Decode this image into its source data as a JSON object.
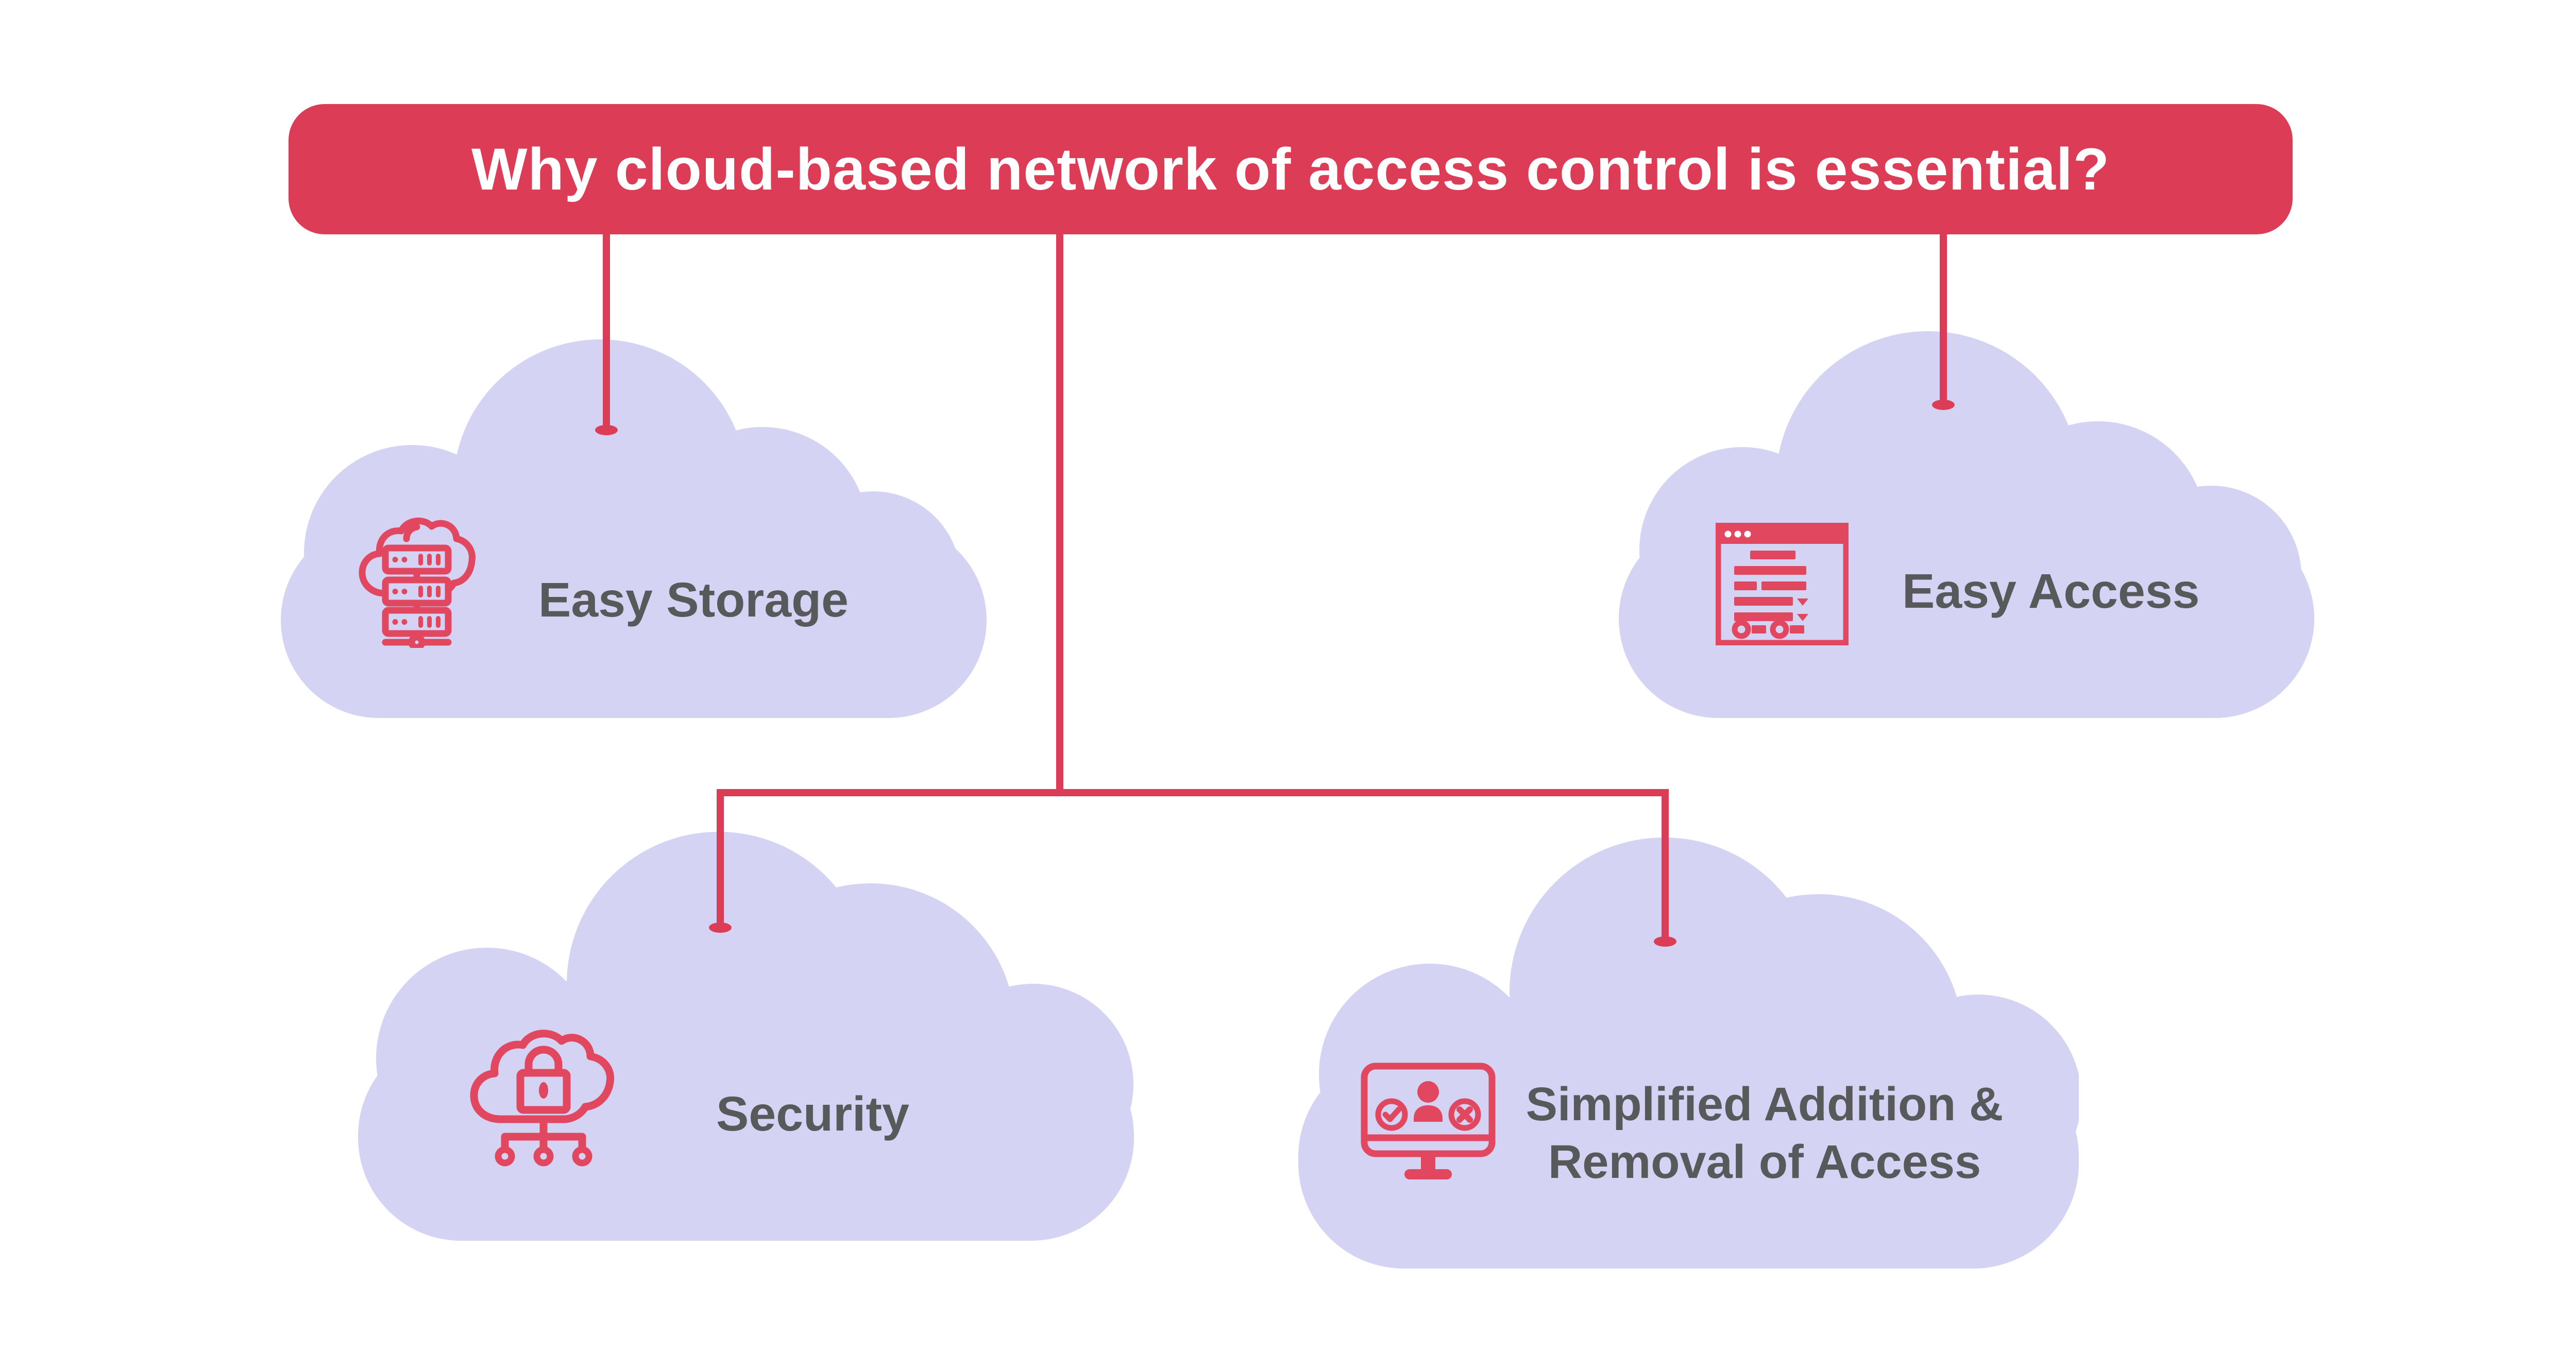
{
  "banner": {
    "title": "Why cloud-based network of access control is essential?"
  },
  "clouds": [
    {
      "id": "easy-storage",
      "label": "Easy Storage",
      "icon": "cloud-servers-icon"
    },
    {
      "id": "easy-access",
      "label": "Easy Access",
      "icon": "browser-list-icon"
    },
    {
      "id": "security",
      "label": "Security",
      "icon": "cloud-lock-icon"
    },
    {
      "id": "simplified-access",
      "label_lines": [
        "Simplified Addition &",
        "Removal of Access"
      ],
      "icon": "monitor-user-check-icon"
    }
  ],
  "colors": {
    "banner_red": "#DC3C55",
    "connector_red": "#DC3C55",
    "icon_red": "#E24760",
    "cloud_lavender": "#D4D3F3",
    "label_gray": "#58595B",
    "banner_text": "#FFFFFF",
    "background": "#FFFFFF"
  }
}
